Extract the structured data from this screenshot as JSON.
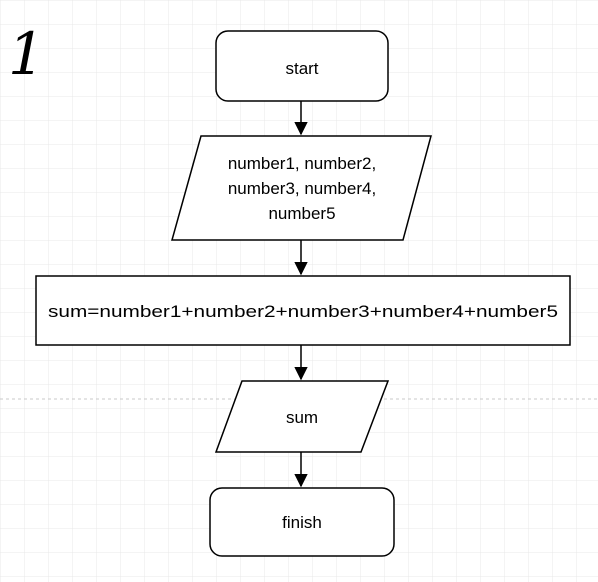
{
  "diagram": {
    "type": "flowchart",
    "corner_label": "1",
    "nodes": [
      {
        "id": "start",
        "shape": "terminator",
        "lines": [
          "start"
        ]
      },
      {
        "id": "input",
        "shape": "input-output",
        "lines": [
          "number1, number2,",
          "number3, number4,",
          "number5"
        ]
      },
      {
        "id": "process",
        "shape": "process",
        "lines": [
          "sum=number1+number2+number3+number4+number5"
        ]
      },
      {
        "id": "output",
        "shape": "input-output",
        "lines": [
          "sum"
        ]
      },
      {
        "id": "finish",
        "shape": "terminator",
        "lines": [
          "finish"
        ]
      }
    ],
    "edges": [
      {
        "from": "start",
        "to": "input"
      },
      {
        "from": "input",
        "to": "process"
      },
      {
        "from": "process",
        "to": "output"
      },
      {
        "from": "output",
        "to": "finish"
      }
    ]
  },
  "colors": {
    "background": "#ffffff",
    "grid": "#e9e9e9",
    "divider": "#c8c8c8",
    "stroke": "#000000"
  }
}
